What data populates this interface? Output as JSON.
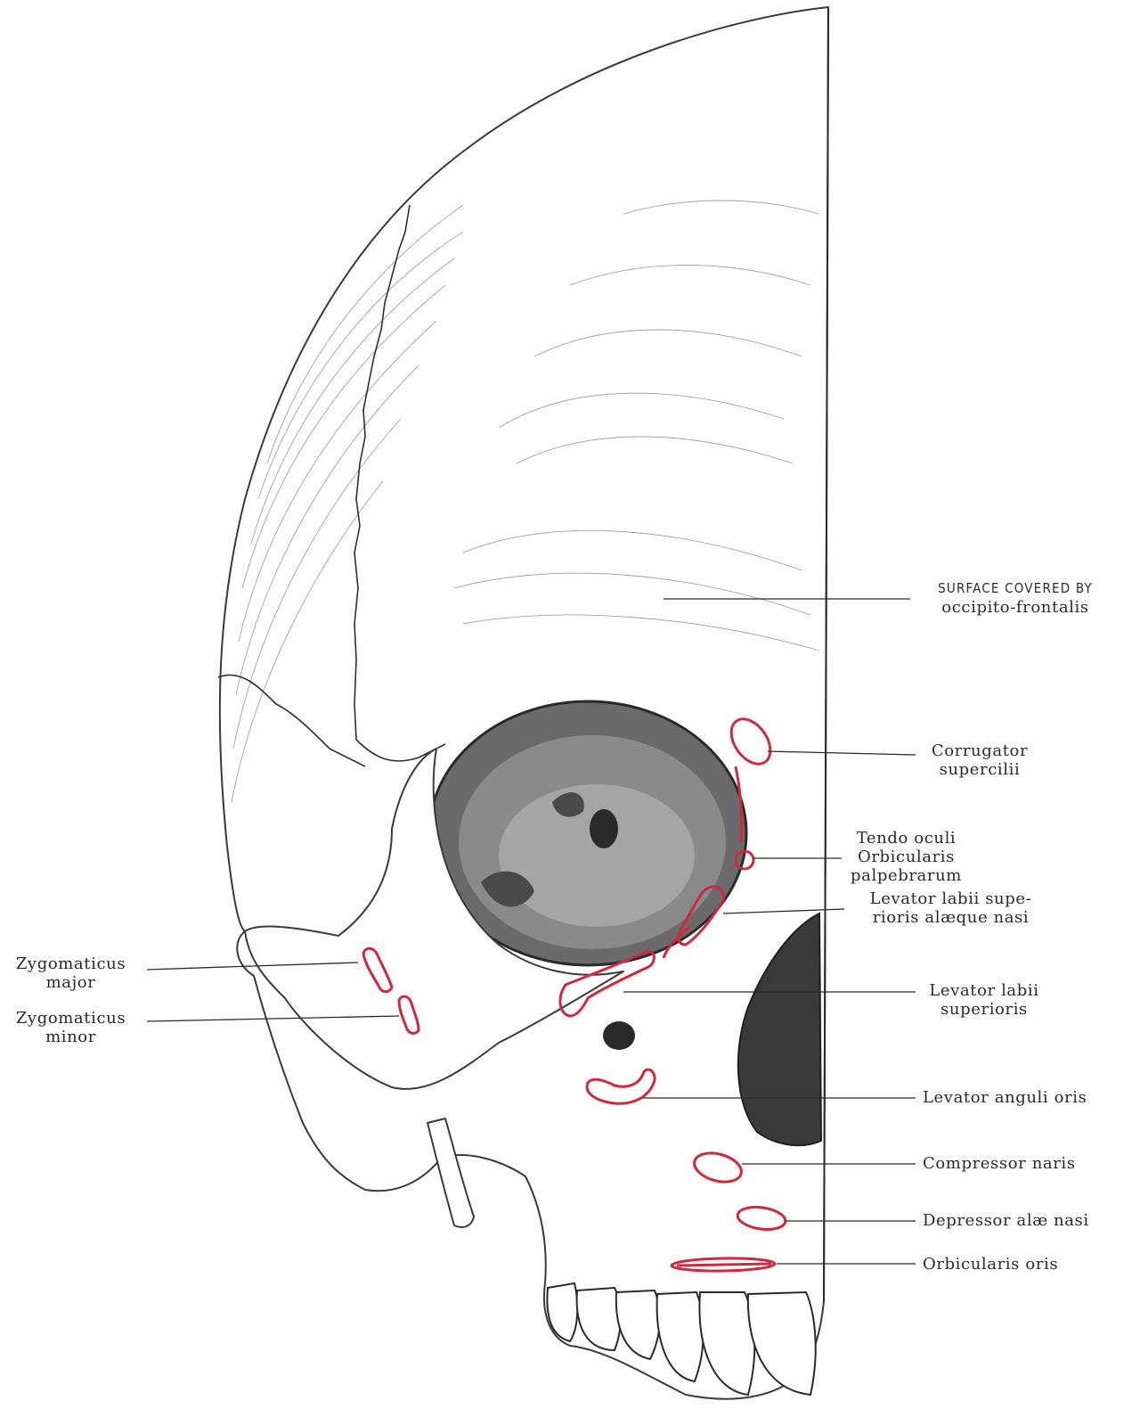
{
  "figure": {
    "attachment_color": "#d0283c",
    "ink_color": "#2a2a2a"
  },
  "labels": {
    "occipito_frontalis": {
      "line1": "SURFACE COVERED BY",
      "line2": "occipito-frontalis"
    },
    "corrugator": {
      "line1": "Corrugator",
      "line2": "supercilii"
    },
    "tendo_oculi": {
      "line1": "Tendo oculi",
      "line2": "Orbicularis",
      "line3": "palpebrarum"
    },
    "levator_alaeque": {
      "line1": "Levator labii supe-",
      "line2": "rioris alæque nasi"
    },
    "zygomaticus_major": {
      "line1": "Zygomaticus",
      "line2": "major"
    },
    "zygomaticus_minor": {
      "line1": "Zygomaticus",
      "line2": "minor"
    },
    "levator_labii": {
      "line1": "Levator labii",
      "line2": "superioris"
    },
    "levator_anguli": {
      "line1": "Levator anguli oris"
    },
    "compressor_naris": {
      "line1": "Compressor naris"
    },
    "depressor_alae": {
      "line1": "Depressor alæ nasi"
    },
    "orbicularis_oris": {
      "line1": "Orbicularis oris"
    }
  }
}
